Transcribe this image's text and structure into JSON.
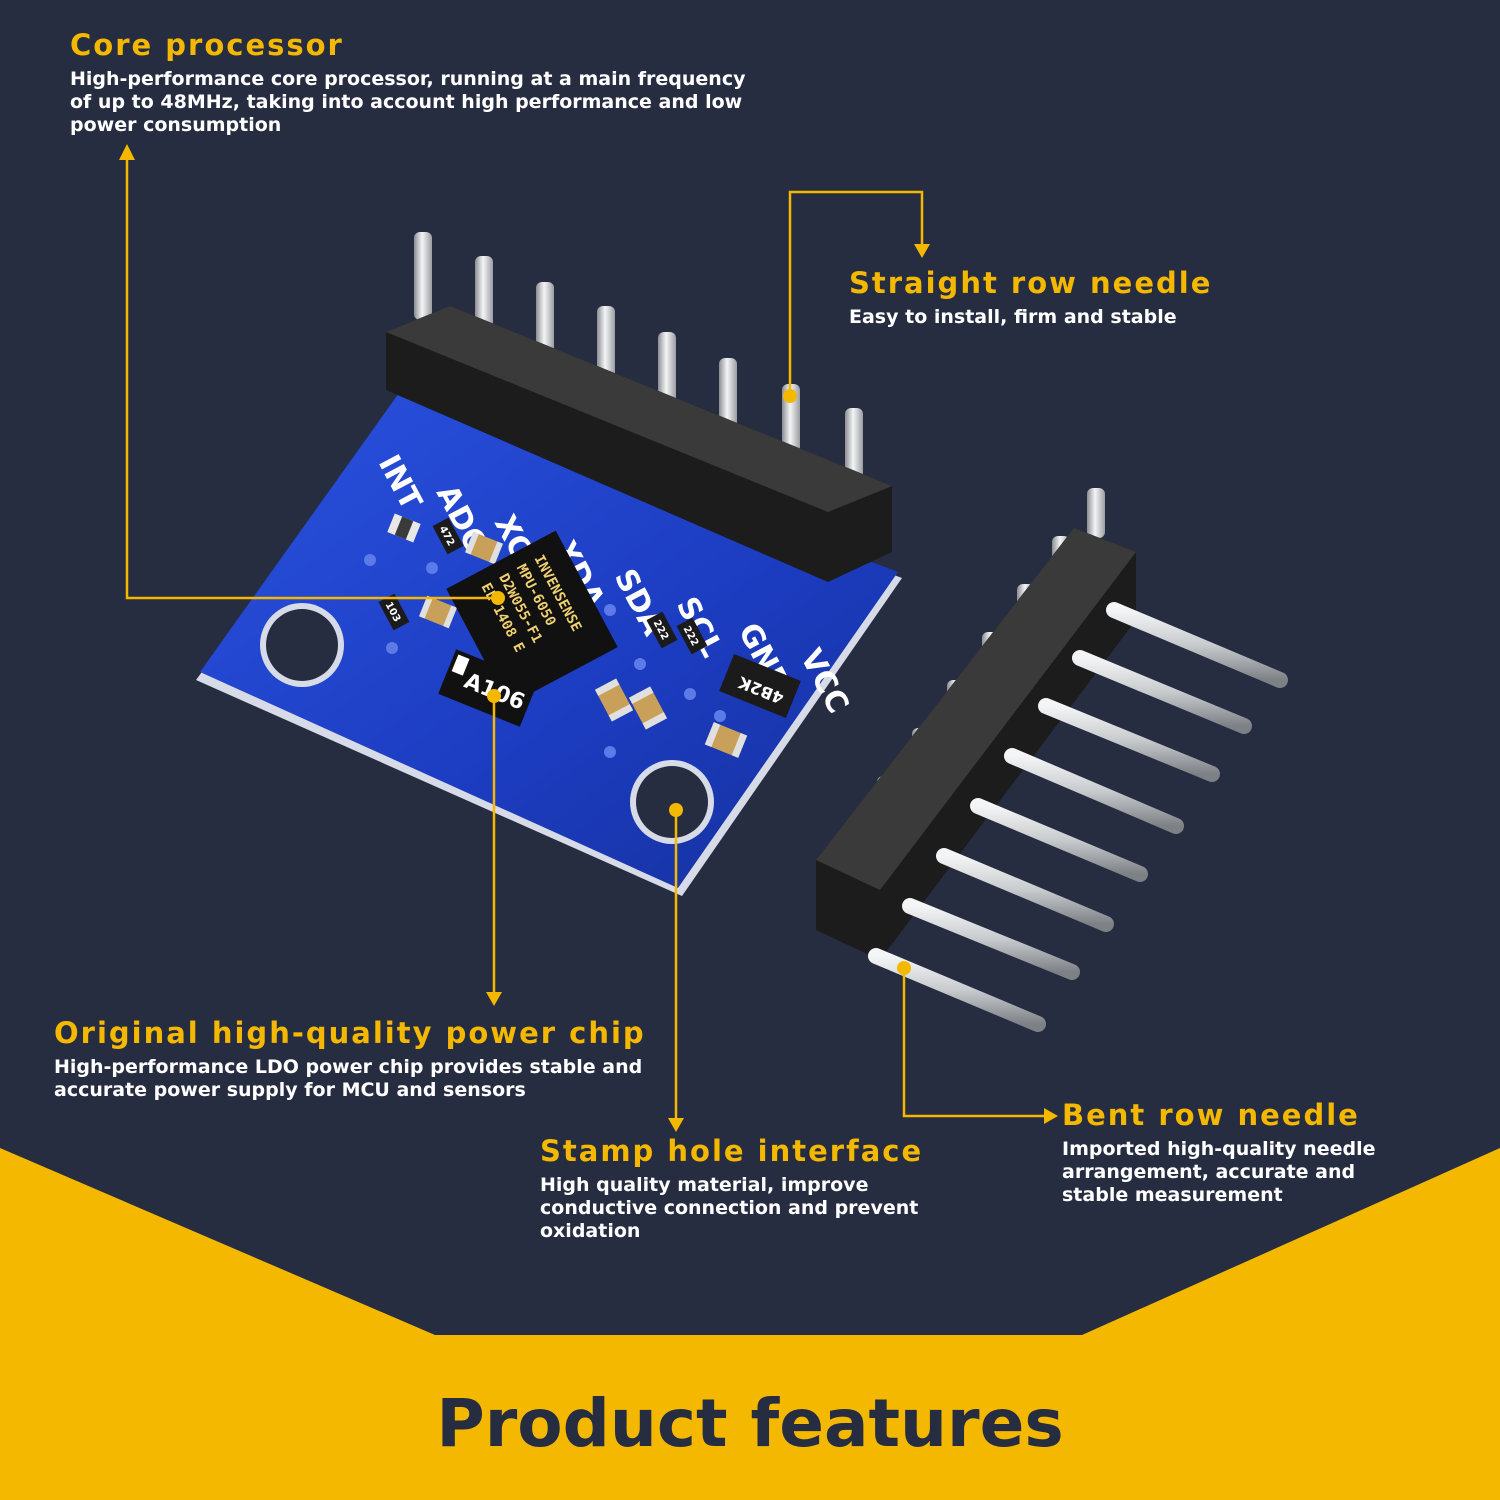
{
  "features": {
    "core": {
      "title": "Core processor",
      "desc": "High-performance core processor, running at a main frequency of up to 48MHz, taking into account high performance and low power consumption"
    },
    "straight": {
      "title": "Straight row needle",
      "desc": "Easy to install, firm and stable"
    },
    "power": {
      "title": "Original high-quality power chip",
      "desc": "High-performance LDO power chip provides stable and accurate power supply for MCU and sensors"
    },
    "stamp": {
      "title": "Stamp hole interface",
      "desc": "High quality material, improve conductive connection and prevent oxidation"
    },
    "bent": {
      "title": "Bent row needle",
      "desc": "Imported high-quality needle arrangement, accurate and stable measurement"
    }
  },
  "board": {
    "pin_labels": [
      "INT",
      "ADO",
      "XCL",
      "XDA",
      "SDA",
      "SCL",
      "GND",
      "VCC"
    ],
    "chip_lines": [
      "INVENSENSE",
      "MPU-6050",
      "D2W055-F1",
      "EL 1408 E"
    ],
    "regulator_label": "A106",
    "resistor_marks": [
      "472",
      "103",
      "222",
      "222",
      "4B2K"
    ]
  },
  "footer": {
    "title": "Product features"
  },
  "colors": {
    "background": "#262d41",
    "accent": "#f5b800",
    "board": "#1e3fc4"
  }
}
